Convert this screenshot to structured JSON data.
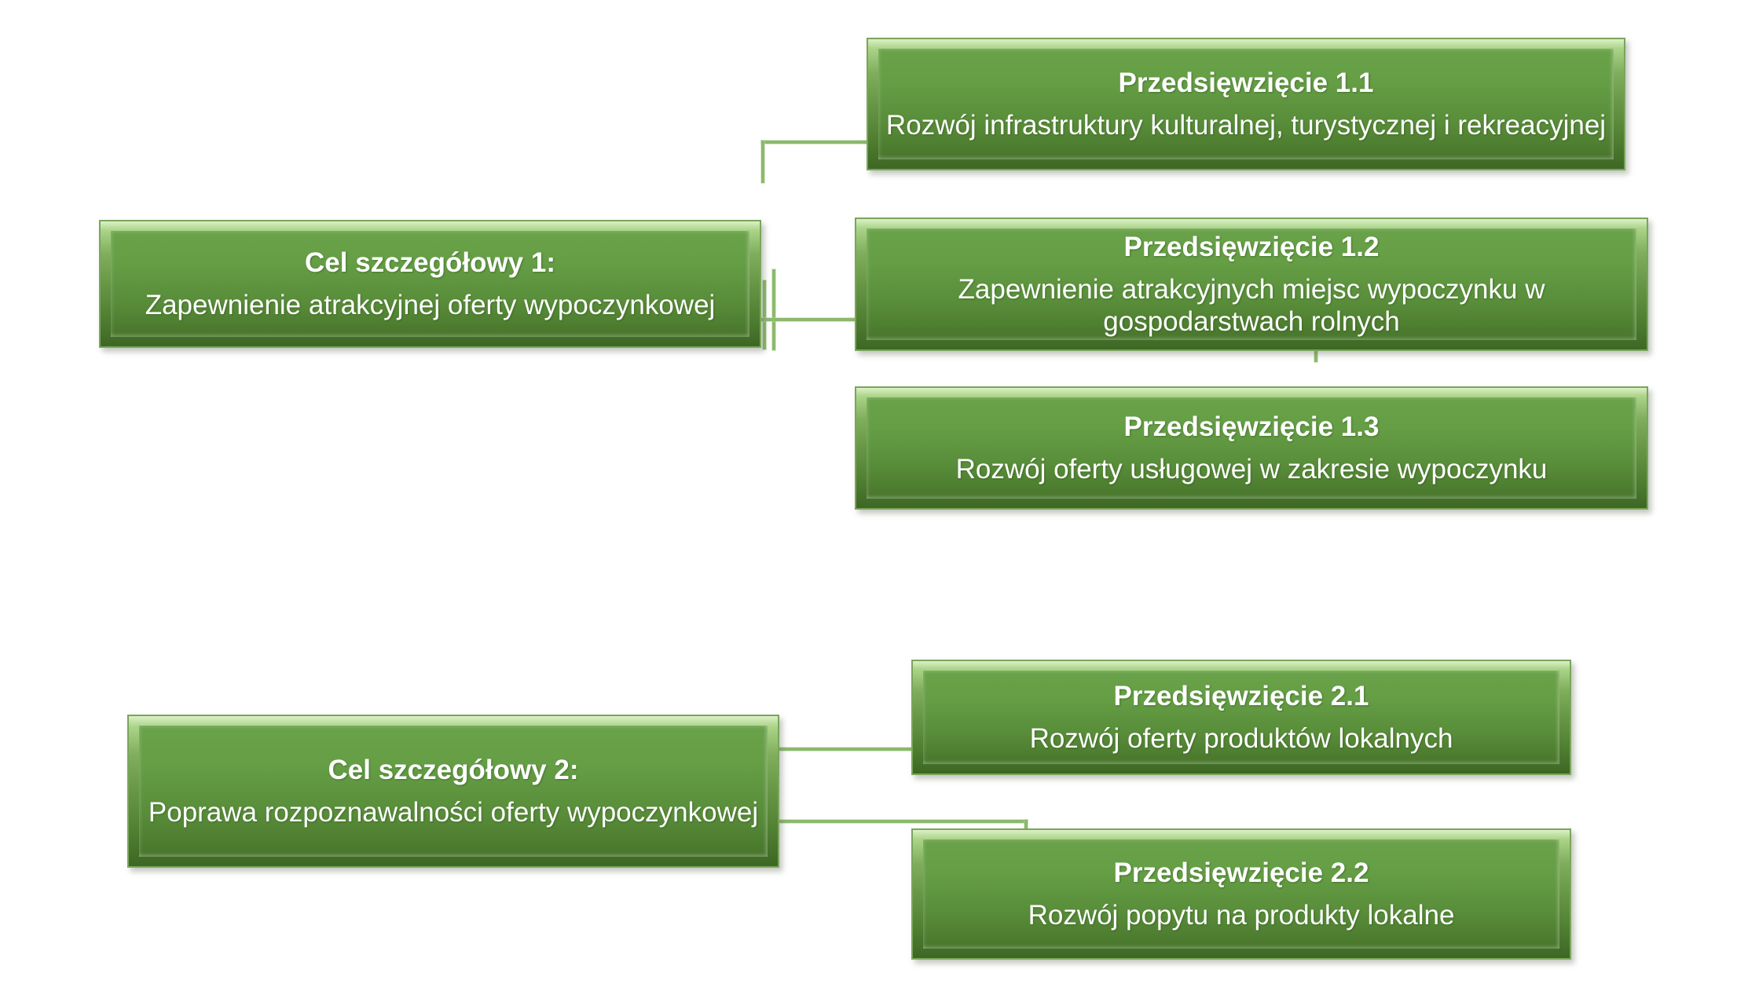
{
  "colors": {
    "box_fill_top": "#69a249",
    "box_fill_bottom": "#48752b",
    "box_bevel_highlight": "#dcf0c8",
    "box_bevel_shadow": "#3d6724",
    "box_border": "#7aa55b",
    "connector": "#8cb96d",
    "text": "#ffffff",
    "background": "#ffffff"
  },
  "diagram": {
    "goals": [
      {
        "title": "Cel szczegółowy 1:",
        "description": "Zapewnienie atrakcyjnej oferty wypoczynkowej",
        "projects": [
          {
            "title": "Przedsięwzięcie 1.1",
            "description": "Rozwój infrastruktury kulturalnej, turystycznej i rekreacyjnej"
          },
          {
            "title": "Przedsięwzięcie 1.2",
            "description": "Zapewnienie atrakcyjnych miejsc wypoczynku w gospodarstwach rolnych"
          },
          {
            "title": "Przedsięwzięcie 1.3",
            "description": "Rozwój oferty usługowej w zakresie wypoczynku"
          }
        ]
      },
      {
        "title": "Cel szczegółowy 2:",
        "description": "Poprawa rozpoznawalności oferty wypoczynkowej",
        "projects": [
          {
            "title": "Przedsięwzięcie 2.1",
            "description": "Rozwój oferty produktów lokalnych"
          },
          {
            "title": "Przedsięwzięcie 2.2",
            "description": "Rozwój popytu na produkty lokalne"
          }
        ]
      }
    ]
  }
}
